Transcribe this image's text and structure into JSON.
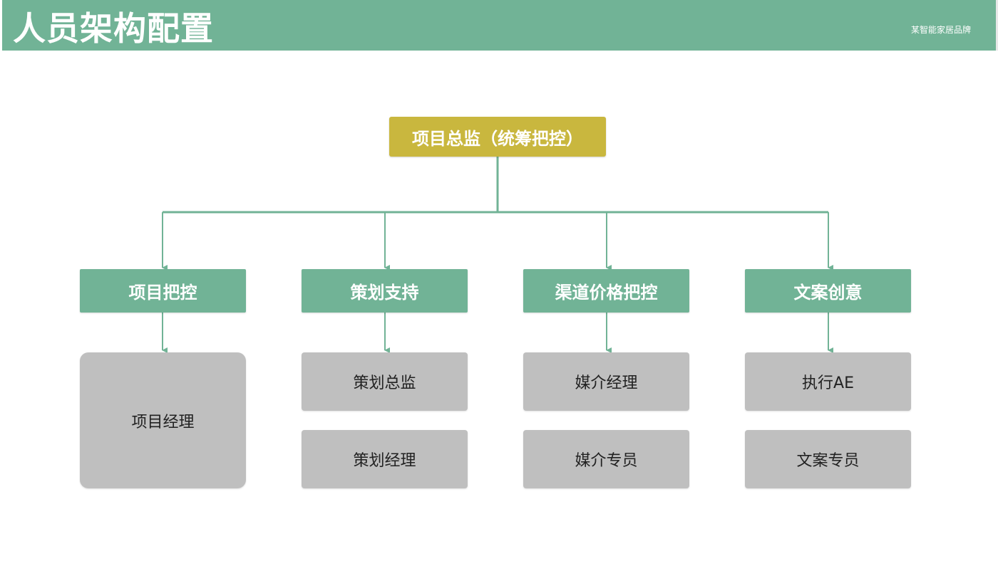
{
  "header": {
    "title": "人员架构配置",
    "brand": "某智能家居品牌"
  },
  "colors": {
    "header_bg": "#71b396",
    "top_node_bg": "#c9b73e",
    "department_bg": "#71b396",
    "role_bg": "#bfbfbf",
    "connector": "#71b396"
  },
  "org": {
    "top": "项目总监（统筹把控）",
    "departments": [
      {
        "label": "项目把控",
        "roles": [
          "项目经理"
        ]
      },
      {
        "label": "策划支持",
        "roles": [
          "策划总监",
          "策划经理"
        ]
      },
      {
        "label": "渠道价格把控",
        "roles": [
          "媒介经理",
          "媒介专员"
        ]
      },
      {
        "label": "文案创意",
        "roles": [
          "执行AE",
          "文案专员"
        ]
      }
    ]
  }
}
